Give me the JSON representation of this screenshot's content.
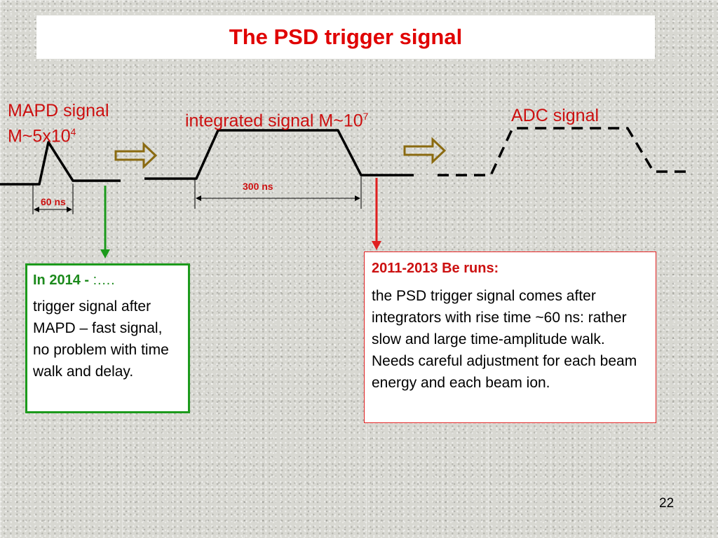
{
  "title": "The PSD trigger signal",
  "signals": {
    "mapd_line1": "MAPD signal",
    "mapd_line2_base": "M~5x10",
    "mapd_line2_exp": "4",
    "integrated_base": "integrated signal M~10",
    "integrated_exp": "7",
    "adc": "ADC signal"
  },
  "dimensions": {
    "mapd_width": "60 ns",
    "integrated_width": "300 ns"
  },
  "green_box": {
    "heading_bold": "In 2014 -",
    "heading_rest": " :….",
    "body": "trigger signal after MAPD – fast signal, no problem with time walk and delay."
  },
  "red_box": {
    "heading": "2011-2013 Be runs:",
    "body": "the PSD trigger signal comes after integrators with rise time ~60 ns: rather slow  and large time-amplitude walk. Needs careful adjustment for each beam energy and each beam ion."
  },
  "page_number": "22",
  "colors": {
    "title": "#e00000",
    "labels": "#cc1010",
    "green_arrow": "#1c9a1c",
    "red_arrow": "#e02020",
    "hollow_arrow": "#8a6a10"
  }
}
